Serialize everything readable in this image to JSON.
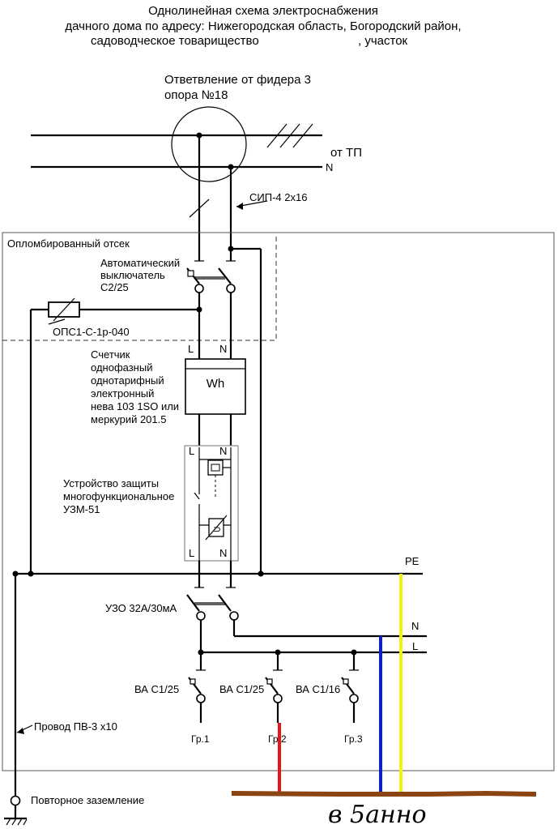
{
  "title": {
    "line1": "Однолинейная  схема электроснабжения",
    "line2": "дачного дома по адресу: Нижегородская область, Богородский район,",
    "line3": "садоводческое товарищество",
    "line3_suffix": ", участок"
  },
  "feeder": {
    "line1": "Ответвление от фидера 3",
    "line2": "опора №18",
    "from_tp": "от ТП",
    "n_label": "N"
  },
  "cable_label": "СИП-4  2х16",
  "sealed_compartment": "Опломбированный отсек",
  "breaker_main": {
    "line1": "Автоматический",
    "line2": "выключатель",
    "line3": "С2/25"
  },
  "surge_arrester": "ОПС1-С-1р-040",
  "meter": {
    "l_label": "L",
    "n_label": "N",
    "symbol": "Wh",
    "line1": "Счетчик",
    "line2": "однофазный",
    "line3": "однотарифный",
    "line4": "электронный",
    "line5": "нева 103 1SO или",
    "line6": "меркурий 201.5"
  },
  "uzm": {
    "l_top": "L",
    "n_top": "N",
    "l_bottom": "L",
    "n_bottom": "N",
    "line1": "Устройство защиты",
    "line2": "многофункциональное",
    "line3": "УЗМ-51"
  },
  "pe_label": "PE",
  "rcd": "УЗО 32А/30мА",
  "bus_n_label": "N",
  "bus_l_label": "L",
  "groups": [
    {
      "breaker": "ВА С1/25",
      "name": "Гр.1"
    },
    {
      "breaker": "ВА С1/25",
      "name": "Гр.2"
    },
    {
      "breaker": "ВА С1/16",
      "name": "Гр.3"
    }
  ],
  "ground_wire": "Провод ПВ-3 х10",
  "re_grounding": "Повторное заземление",
  "handwritten": "в 5анно",
  "colors": {
    "phase_red": "#e8141c",
    "neutral_blue": "#1020c8",
    "pe_yellow": "#f2f20a",
    "bath_brown": "#8b4513"
  }
}
